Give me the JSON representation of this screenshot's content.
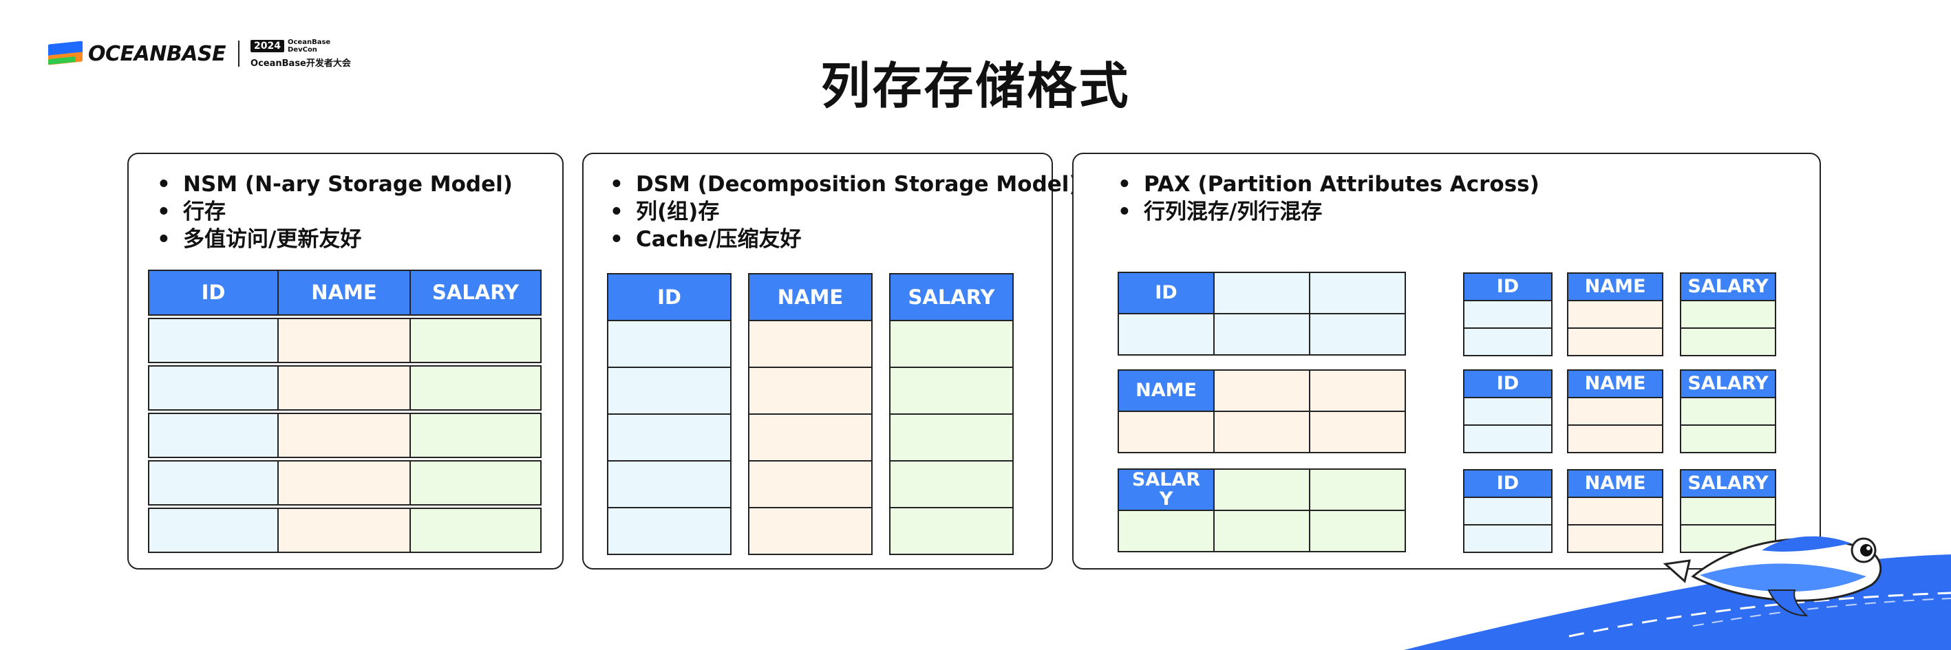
{
  "header": {
    "logo_text": "OCEANBASE",
    "event_year": "2024",
    "event_name_line1": "OceanBase",
    "event_name_line2": "DevCon",
    "event_sub": "OceanBase开发者大会"
  },
  "title": "列存存储格式",
  "panels": {
    "nsm": {
      "bullets": [
        "NSM (N-ary Storage Model)",
        "行存",
        "多值访问/更新友好"
      ],
      "headers": [
        "ID",
        "NAME",
        "SALARY"
      ]
    },
    "dsm": {
      "bullets": [
        "DSM (Decomposition Storage Model)",
        "列(组)存",
        "Cache/压缩友好"
      ],
      "headers": [
        "ID",
        "NAME",
        "SALARY"
      ]
    },
    "pax": {
      "bullets": [
        "PAX (Partition Attributes Across)",
        "行列混存/列行混存"
      ],
      "left_headers": [
        "ID",
        "NAME",
        "SALARY"
      ],
      "right_headers": [
        "ID",
        "NAME",
        "SALARY"
      ]
    }
  },
  "colors": {
    "header_blue": "#3d82f6",
    "id_fill": "#eaf8fd",
    "name_fill": "#fff4e7",
    "salary_fill": "#edfbe4",
    "wave_blue": "#2f6ef2"
  },
  "icons": [
    "logo-mark-icon",
    "fish-mascot-icon",
    "wave-decoration-icon"
  ]
}
